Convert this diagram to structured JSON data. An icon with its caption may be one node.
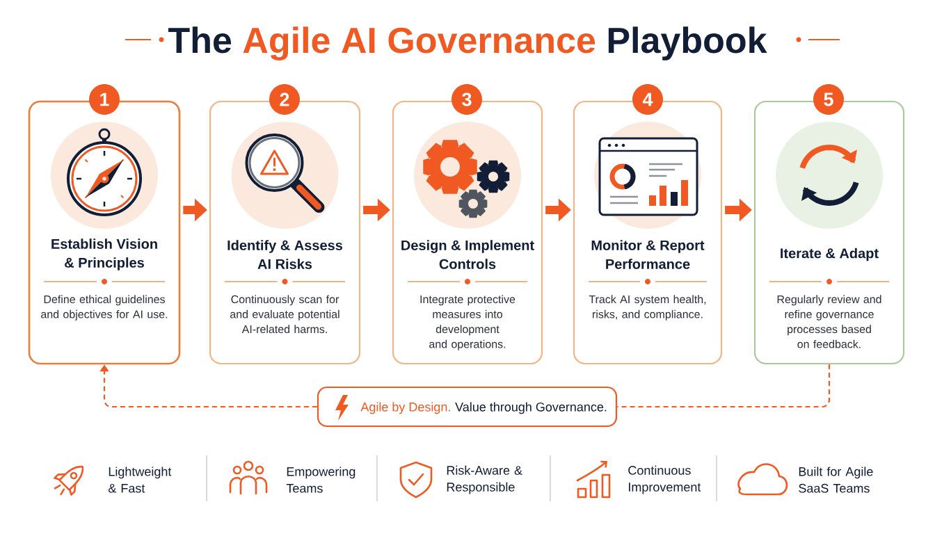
{
  "diagram": {
    "title": "The Agile AI Governance Playbook",
    "nodes": [
      {
        "text": [
          "1"
        ]
      },
      {
        "text": [
          "Establish Vision & Principles",
          "Define ethical guidelines and objectives for AI use."
        ]
      },
      {
        "text": [
          "2"
        ]
      },
      {
        "text": [
          "Identify & Assess AI Risks",
          "Continuously scan for and evaluate potential AI-related harms."
        ]
      },
      {
        "text": [
          "3"
        ]
      },
      {
        "text": [
          "Design & Implement Controls",
          "Integrate protective measures into development and operations."
        ]
      },
      {
        "text": [
          "4"
        ]
      },
      {
        "text": [
          "Monitor & Report Performance",
          "Track AI system health, risks, and compliance."
        ]
      },
      {
        "text": [
          "5"
        ]
      },
      {
        "text": [
          "Iterate & Adapt",
          "Regularly review and refine governance processes based on feedback."
        ]
      },
      {
        "text": [
          "Agile by Design.",
          "Value through Governance."
        ]
      }
    ],
    "edges": [
      {
        "from": 1,
        "to": 3,
        "arrow": "to"
      },
      {
        "from": 3,
        "to": 5,
        "arrow": "to"
      },
      {
        "from": 5,
        "to": 7,
        "arrow": "to"
      },
      {
        "from": 7,
        "to": 9,
        "arrow": "to"
      },
      {
        "from": 9,
        "to": 10,
        "arrow": "none",
        "style": "dashed"
      },
      {
        "from": 10,
        "to": 1,
        "arrow": "to",
        "style": "dashed"
      }
    ],
    "labels": [
      "Lightweight & Fast",
      "Empowering Teams",
      "Risk-Aware & Responsible",
      "Continuous Improvement",
      "Built for Agile SaaS Teams"
    ]
  }
}
